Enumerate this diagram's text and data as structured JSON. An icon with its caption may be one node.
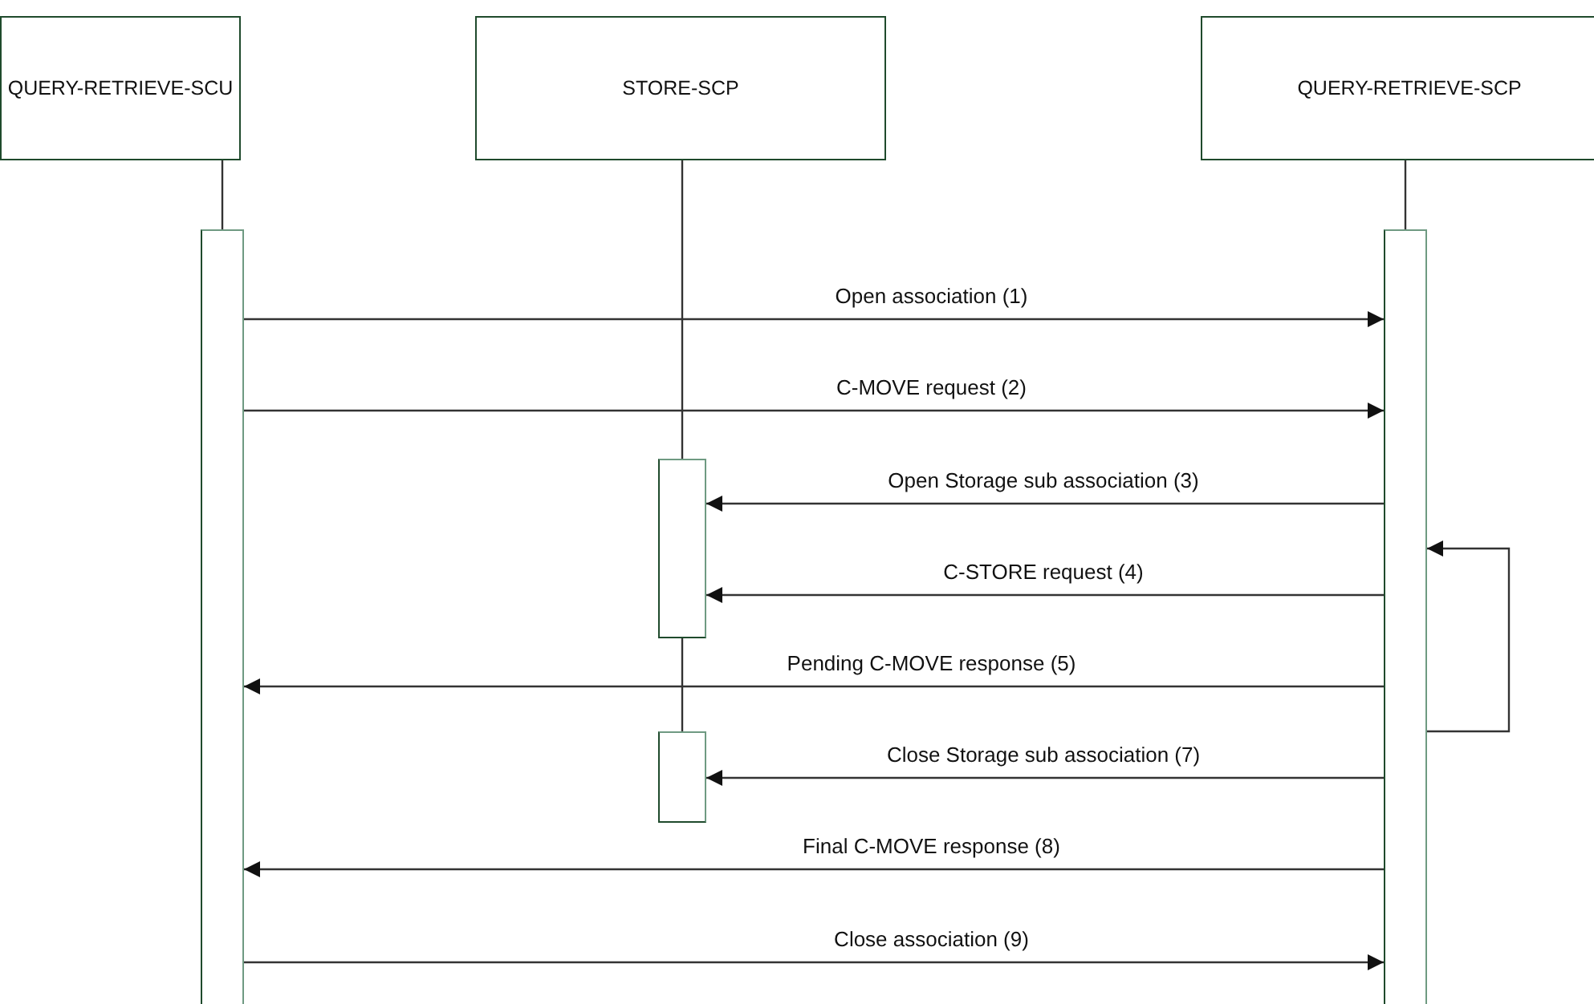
{
  "diagram": {
    "nodes": [
      {
        "text": [
          "QUERY-RETRIEVE-SCU"
        ]
      },
      {
        "text": [
          "STORE-SCP"
        ]
      },
      {
        "text": [
          "QUERY-RETRIEVE-SCP"
        ]
      },
      {
        "text": [],
        "shape": "bar"
      },
      {
        "text": [],
        "shape": "bar"
      },
      {
        "text": [],
        "shape": "bar"
      },
      {
        "text": [],
        "shape": "bar"
      }
    ],
    "edges": [
      {
        "from": 0,
        "to": 3,
        "arrow": "none"
      },
      {
        "from": 1,
        "to": 4,
        "arrow": "none"
      },
      {
        "from": 4,
        "to": 5,
        "arrow": "none"
      },
      {
        "from": 2,
        "to": 6,
        "arrow": "none"
      },
      {
        "from": 3,
        "to": 6,
        "arrow": "to",
        "label": "Open association (1)"
      },
      {
        "from": 3,
        "to": 6,
        "arrow": "to",
        "label": "C-MOVE request (2)"
      },
      {
        "from": 6,
        "to": 4,
        "arrow": "to",
        "label": "Open Storage sub association (3)"
      },
      {
        "from": 6,
        "to": 4,
        "arrow": "to",
        "label": "C-STORE request (4)"
      },
      {
        "from": 6,
        "to": 3,
        "arrow": "to",
        "label": "Pending C-MOVE response (5)"
      },
      {
        "from": 6,
        "to": 6,
        "arrow": "to"
      },
      {
        "from": 6,
        "to": 5,
        "arrow": "to",
        "label": "Close Storage sub association (7)"
      },
      {
        "from": 6,
        "to": 3,
        "arrow": "to",
        "label": "Final C-MOVE response (8)"
      },
      {
        "from": 3,
        "to": 6,
        "arrow": "to",
        "label": "Close association (9)"
      }
    ]
  }
}
